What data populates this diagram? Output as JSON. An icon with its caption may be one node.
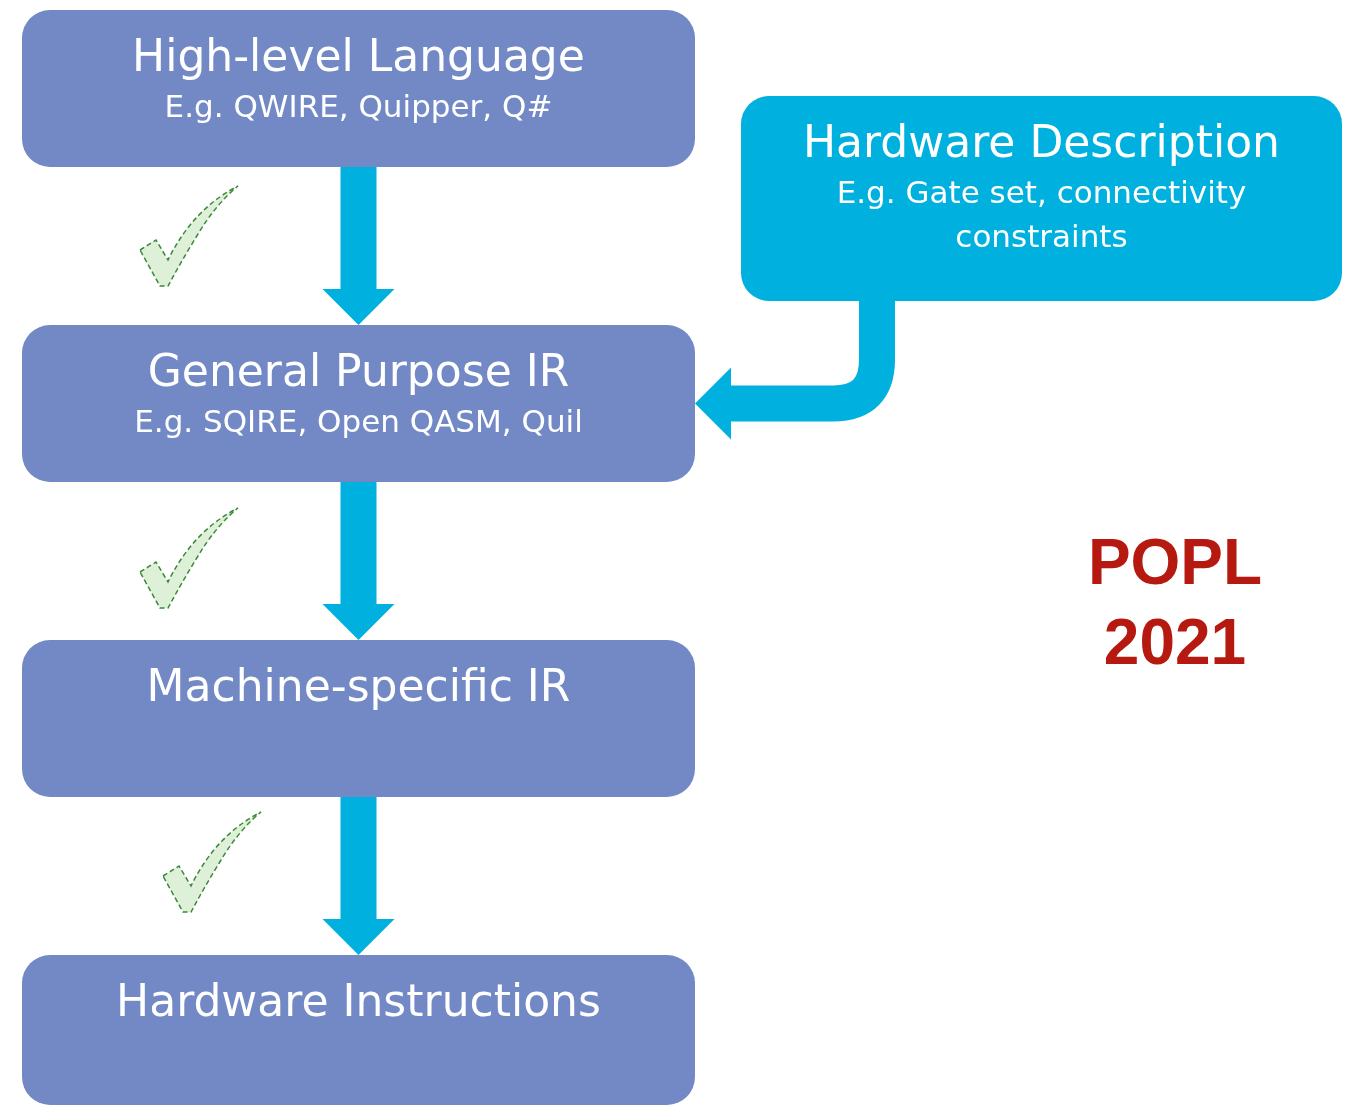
{
  "diagram": {
    "nodes": [
      {
        "text": [
          "High-level Language",
          "E.g. QWIRE, Quipper, Q#"
        ]
      },
      {
        "text": [
          "Hardware Description",
          "E.g. Gate set, connectivity constraints"
        ]
      },
      {
        "text": [
          "General Purpose IR",
          "E.g. SQIRE, Open QASM, Quil"
        ]
      },
      {
        "text": [
          "Machine-specific IR"
        ]
      },
      {
        "text": [
          "Hardware Instructions"
        ]
      }
    ],
    "edges": [
      {
        "from": 0,
        "to": 2,
        "arrow": "to"
      },
      {
        "from": 1,
        "to": 2,
        "arrow": "to"
      },
      {
        "from": 2,
        "to": 3,
        "arrow": "to"
      },
      {
        "from": 3,
        "to": 4,
        "arrow": "to"
      }
    ],
    "labels": [
      "POPL 2021"
    ]
  }
}
